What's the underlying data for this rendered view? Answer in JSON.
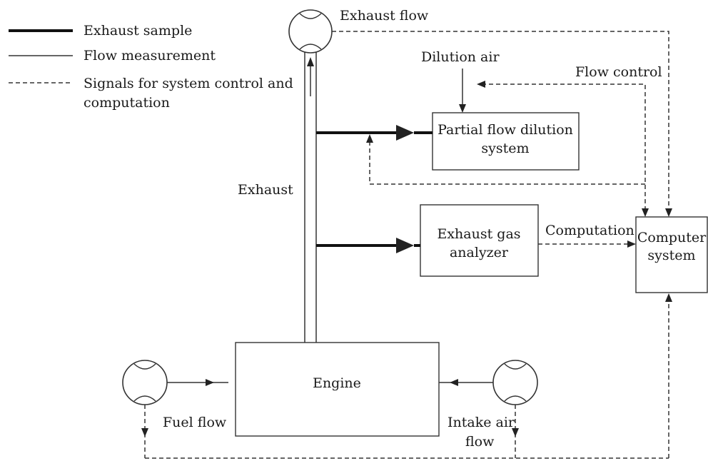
{
  "legend": {
    "exhaust_sample": "Exhaust sample",
    "flow_measurement": "Flow measurement",
    "signals_line1": "Signals for system control and",
    "signals_line2": "computation"
  },
  "labels": {
    "exhaust_flow": "Exhaust flow",
    "dilution_air": "Dilution air",
    "flow_control": "Flow control",
    "exhaust": "Exhaust",
    "computation": "Computation",
    "fuel_flow": "Fuel flow",
    "intake_air_line1": "Intake air",
    "intake_air_line2": "flow"
  },
  "boxes": {
    "partial_flow_line1": "Partial flow dilution",
    "partial_flow_line2": "system",
    "analyzer_line1": "Exhaust gas",
    "analyzer_line2": "analyzer",
    "computer_line1": "Computer",
    "computer_line2": "system",
    "engine": "Engine"
  }
}
